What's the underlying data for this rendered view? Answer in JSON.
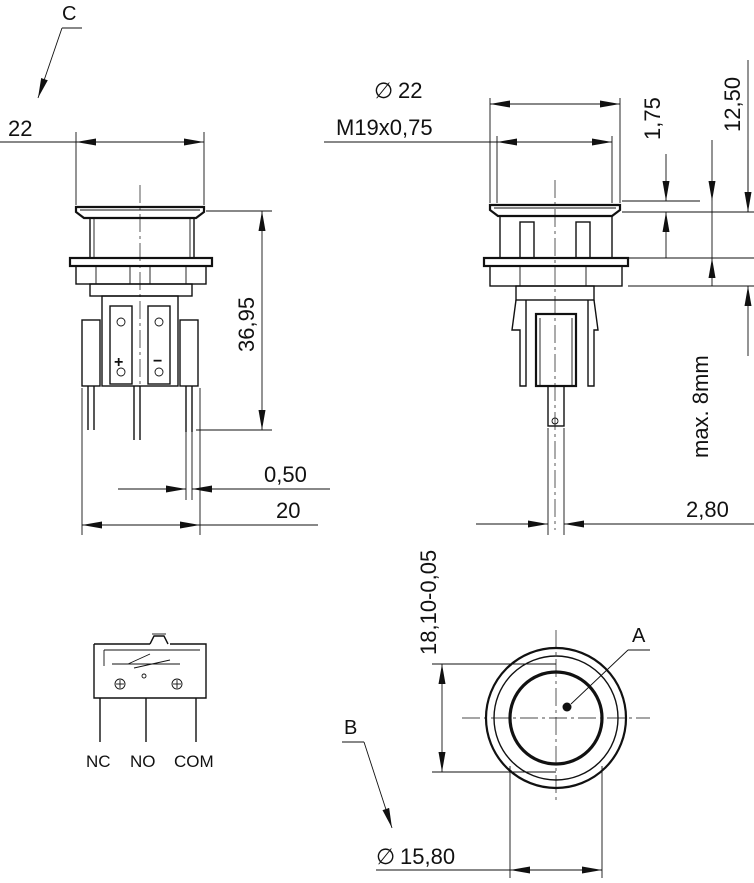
{
  "callouts": {
    "a": "A",
    "b": "B",
    "c": "C"
  },
  "dimensions": {
    "width_22_front": "22",
    "height_36_95": "36,95",
    "gap_0_50": "0,50",
    "width_20": "20",
    "diameter_22": "22",
    "thread_m19": "M19x0,75",
    "flange_1_75": "1,75",
    "height_12_50": "12,50",
    "max_8mm": "max. 8mm",
    "width_2_80": "2,80",
    "cutout_18_10": "18,10-0,05",
    "diameter_15_80": "15,80"
  },
  "symbols": {
    "diameter": "∅",
    "terminal_plus": "+",
    "terminal_minus": "−"
  },
  "schematic": {
    "terminals": [
      "NC",
      "NO",
      "COM"
    ]
  }
}
